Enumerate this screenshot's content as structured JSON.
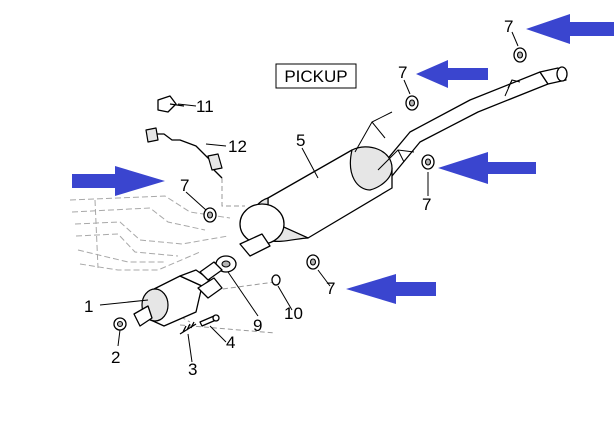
{
  "diagram": {
    "label_box": "PICKUP",
    "callouts": {
      "c1": "1",
      "c2": "2",
      "c3": "3",
      "c4": "4",
      "c5": "5",
      "c7a": "7",
      "c7b": "7",
      "c7c": "7",
      "c7d": "7",
      "c7e": "7",
      "c9": "9",
      "c10": "10",
      "c11": "11",
      "c12": "12"
    },
    "arrow_color": "#3a45cf"
  }
}
